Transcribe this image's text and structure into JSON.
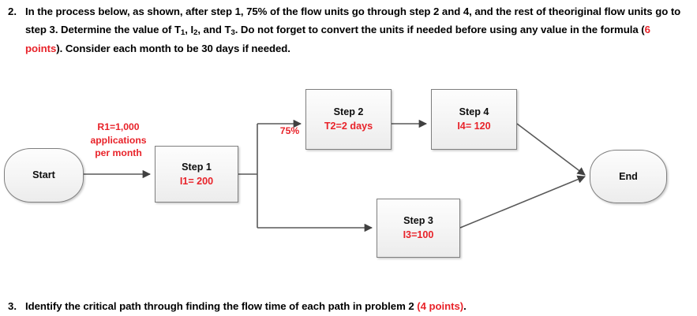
{
  "questions": [
    {
      "number": "2.",
      "lines": [
        "In the process below, as shown, after step 1, 75% of the flow units go through step 2 and 4, and the rest of the",
        "original flow units go to step 3. Determine the value of T",
        "1",
        ", I",
        "2",
        ", and T",
        "3",
        ". Do not forget to convert the units if",
        "needed before using any value in the formula (",
        "6 points",
        "). Consider each month to be 30 days if needed."
      ]
    },
    {
      "number": "3.",
      "text_before": "Identify the critical path through finding the flow time of each path in problem 2 ",
      "points": "(4 points)",
      "text_after": "."
    }
  ],
  "diagram": {
    "type": "process-flow",
    "nodes": [
      {
        "id": "start",
        "shape": "terminator",
        "title": "Start",
        "metric": ""
      },
      {
        "id": "step1",
        "shape": "rectangle",
        "title": "Step 1",
        "metric": "I1= 200"
      },
      {
        "id": "step2",
        "shape": "rectangle",
        "title": "Step 2",
        "metric": "T2=2 days"
      },
      {
        "id": "step4",
        "shape": "rectangle",
        "title": "Step 4",
        "metric": "I4= 120"
      },
      {
        "id": "step3",
        "shape": "rectangle",
        "title": "Step 3",
        "metric": "I3=100"
      },
      {
        "id": "end",
        "shape": "terminator",
        "title": "End",
        "metric": ""
      }
    ],
    "edge_labels": {
      "arrival_rate": "R1=1,000\napplications\nper month",
      "arrival_rate_line1": "R1=1,000",
      "arrival_rate_line2": "applications",
      "arrival_rate_line3": "per month",
      "split_percent": "75%"
    },
    "edges": [
      {
        "from": "start",
        "to": "step1",
        "label": "R1=1,000 applications per month"
      },
      {
        "from": "step1",
        "to": "step2",
        "label": "75%"
      },
      {
        "from": "step2",
        "to": "step4",
        "label": ""
      },
      {
        "from": "step1",
        "to": "step3",
        "label": ""
      },
      {
        "from": "step4",
        "to": "end",
        "label": ""
      },
      {
        "from": "step3",
        "to": "end",
        "label": ""
      }
    ],
    "colors": {
      "accent_red": "#e8232a",
      "connector": "#595959",
      "shape_border": "#7f7f7f",
      "shape_fill": "#f2f2f2",
      "text": "#0d0d0d"
    }
  }
}
